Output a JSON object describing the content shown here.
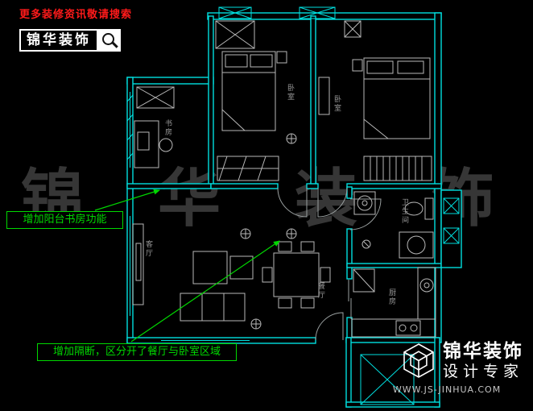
{
  "colors": {
    "background": "#000000",
    "wall": "#00dede",
    "furniture": "#b8b8b8",
    "door": "#9aa0a0",
    "label": "#999999",
    "accent_red": "#ff1a1a",
    "accent_green": "#00d800",
    "watermark": "#888888",
    "white": "#ffffff"
  },
  "header": {
    "tagline": "更多装修资讯敬请搜索",
    "logo_text": "锦华装饰"
  },
  "watermark_text": "锦华装饰",
  "floorplan": {
    "rooms": [
      {
        "label": "书房"
      },
      {
        "label": "卧室"
      },
      {
        "label": "卧室"
      },
      {
        "label": "客厅"
      },
      {
        "label": "餐厅"
      },
      {
        "label": "卫生间"
      },
      {
        "label": "厨房"
      }
    ]
  },
  "annotations": [
    {
      "text": "增加阳台书房功能"
    },
    {
      "text": "增加隔断，区分开了餐厅与卧室区域"
    }
  ],
  "footer": {
    "brand": "锦华装饰",
    "subtitle": "设计专家",
    "website": "WWW.JS-JINHUA.COM"
  },
  "icons": {
    "magnifier_icon": "magnifier",
    "cube_icon": "wireframe-cube"
  }
}
